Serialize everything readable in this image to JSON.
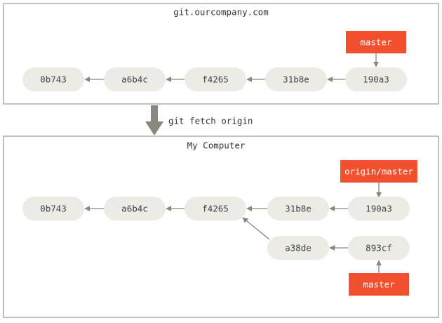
{
  "remote": {
    "title": "git.ourcompany.com",
    "commits": [
      "0b743",
      "a6b4c",
      "f4265",
      "31b8e",
      "190a3"
    ],
    "branch": "master"
  },
  "operation": {
    "command": "git fetch origin"
  },
  "local": {
    "title": "My Computer",
    "commits": [
      "0b743",
      "a6b4c",
      "f4265",
      "31b8e",
      "190a3"
    ],
    "branch_commits": [
      "a38de",
      "893cf"
    ],
    "remote_branch": "origin/master",
    "branch": "master"
  },
  "colors": {
    "branch_label": "#f1502f",
    "commit_node": "#ecebe6",
    "arrow": "#8a877f",
    "frame": "#9b9892"
  }
}
